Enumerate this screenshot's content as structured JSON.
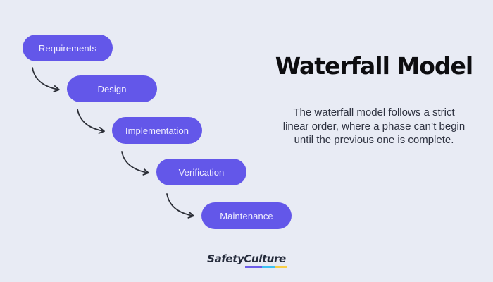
{
  "page": {
    "background_color": "#E8EBF4"
  },
  "diagram": {
    "phases": [
      {
        "label": "Requirements"
      },
      {
        "label": "Design"
      },
      {
        "label": "Implementation"
      },
      {
        "label": "Verification"
      },
      {
        "label": "Maintenance"
      }
    ],
    "pill_color": "#6357E9",
    "pill_text_color": "#F0EEFE",
    "arrow_color": "#2B2E36"
  },
  "content": {
    "title": "Waterfall Model",
    "title_color": "#0D0D10",
    "description_lines": [
      "The waterfall model follows a strict",
      "linear order, where a phase can’t begin",
      "until the previous one is complete."
    ],
    "description_color": "#2E3240"
  },
  "footer": {
    "brand_first": "Safety",
    "brand_second": "Culture",
    "brand_color": "#252B3B",
    "underline_colors": {
      "purple": "#6C5CE7",
      "blue": "#3EC0F2",
      "yellow": "#F8CE46"
    }
  }
}
